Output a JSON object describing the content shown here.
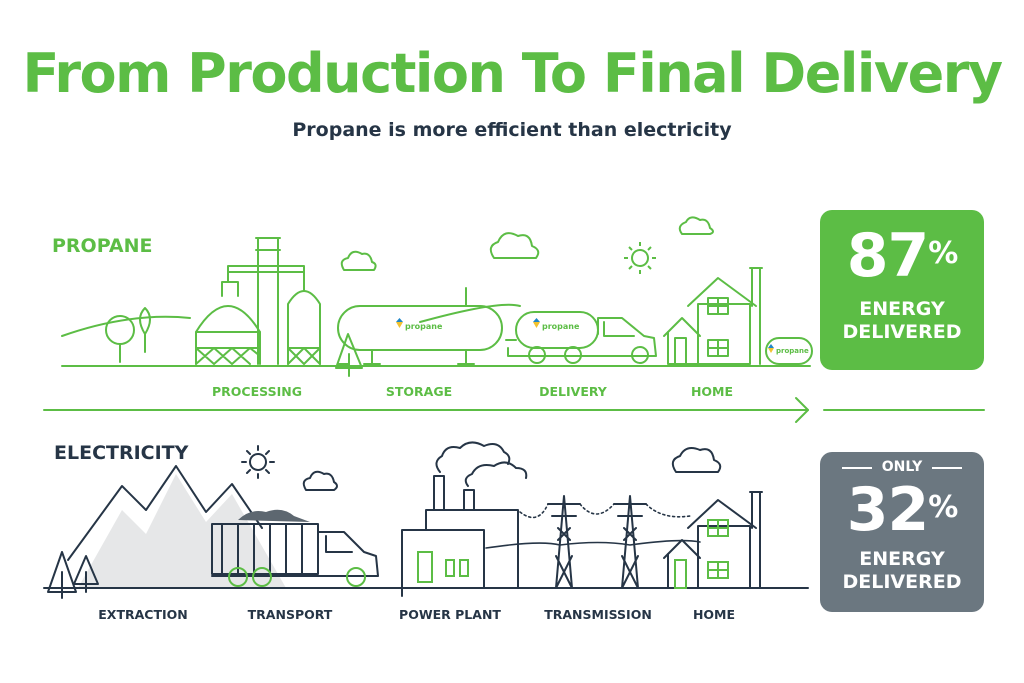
{
  "title": "From Production To Final Delivery",
  "subtitle": "Propane is more efficient than electricity",
  "propane": {
    "label": "PROPANE",
    "stages": [
      "PROCESSING",
      "STORAGE",
      "DELIVERY",
      "HOME"
    ],
    "tank_brand": "propane",
    "result": {
      "value": "87",
      "unit": "%",
      "caption_line1": "ENERGY",
      "caption_line2": "DELIVERED",
      "energy_delivered_percent": 87
    }
  },
  "electricity": {
    "label": "ELECTRICITY",
    "stages": [
      "EXTRACTION",
      "TRANSPORT",
      "POWER PLANT",
      "TRANSMISSION",
      "HOME"
    ],
    "result": {
      "prefix": "ONLY",
      "value": "32",
      "unit": "%",
      "caption_line1": "ENERGY",
      "caption_line2": "DELIVERED",
      "energy_delivered_percent": 32
    }
  },
  "colors": {
    "green": "#5cbd45",
    "navy": "#263546",
    "gray": "#6b7780",
    "light_gray": "#e6e7e8"
  },
  "icons": [
    "cloud-icon",
    "sun-icon",
    "tree-icon",
    "refinery-icon",
    "storage-tank-icon",
    "delivery-truck-icon",
    "house-icon",
    "mountain-icon",
    "coal-truck-icon",
    "power-plant-icon",
    "transmission-tower-icon",
    "arrow-right-icon"
  ]
}
